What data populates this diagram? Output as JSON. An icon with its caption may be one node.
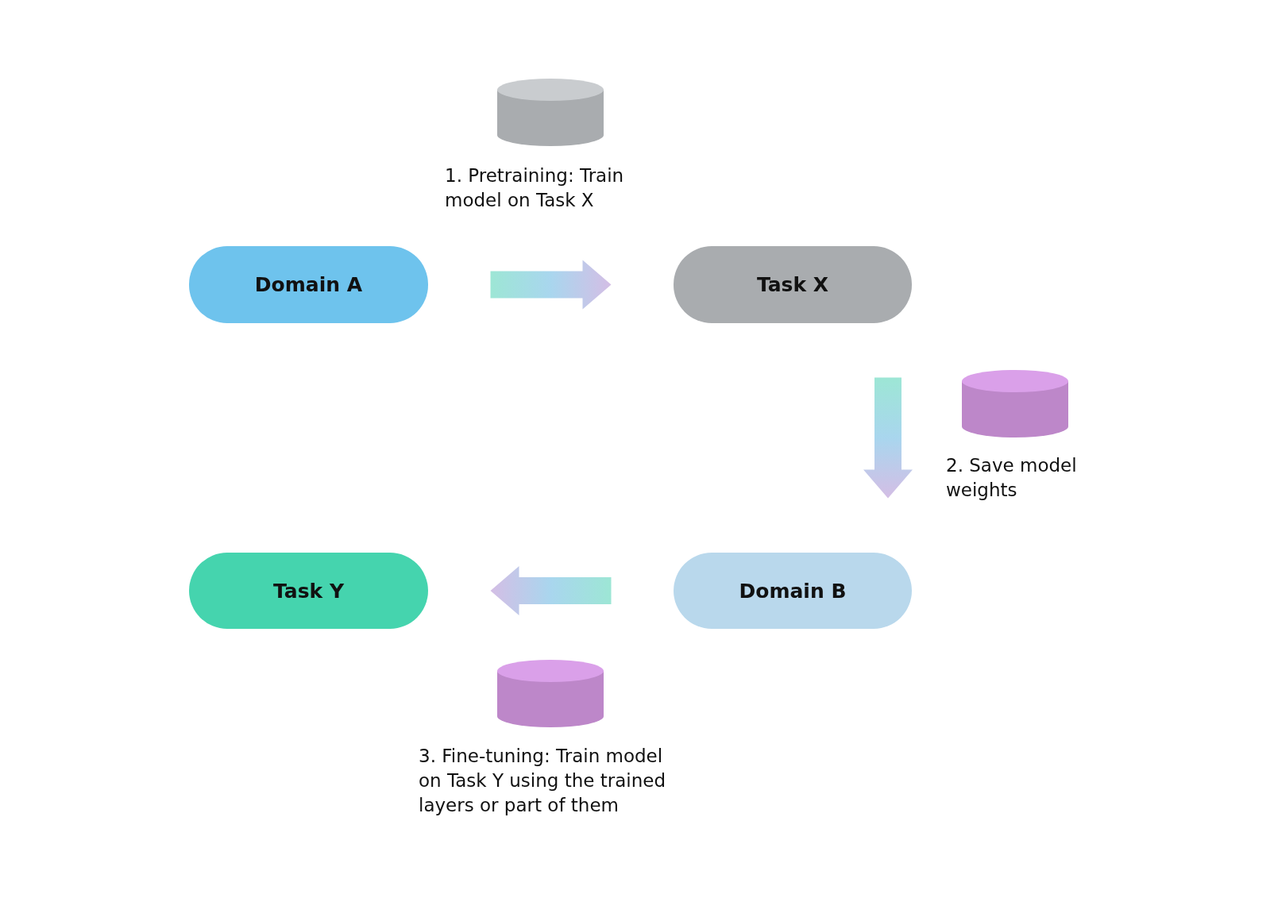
{
  "diagram": {
    "nodes": [
      {
        "text": [
          "Domain A"
        ]
      },
      {
        "text": [
          "Task X"
        ]
      },
      {
        "text": [
          "Domain B"
        ]
      },
      {
        "text": [
          "Task Y"
        ]
      },
      {
        "text": [],
        "shape": "cylinder",
        "beside": [
          "1. Pretraining: Train model on Task X"
        ]
      },
      {
        "text": [],
        "shape": "cylinder",
        "beside": [
          "2. Save model weights"
        ]
      },
      {
        "text": [],
        "shape": "cylinder",
        "beside": [
          "3. Fine-tuning: Train model on Task Y using the trained layers or part of them"
        ]
      }
    ],
    "edges": [
      {
        "from": 0,
        "to": 1,
        "arrow": "to"
      },
      {
        "from": 1,
        "to": 2,
        "arrow": "to"
      },
      {
        "from": 2,
        "to": 3,
        "arrow": "to"
      }
    ]
  }
}
